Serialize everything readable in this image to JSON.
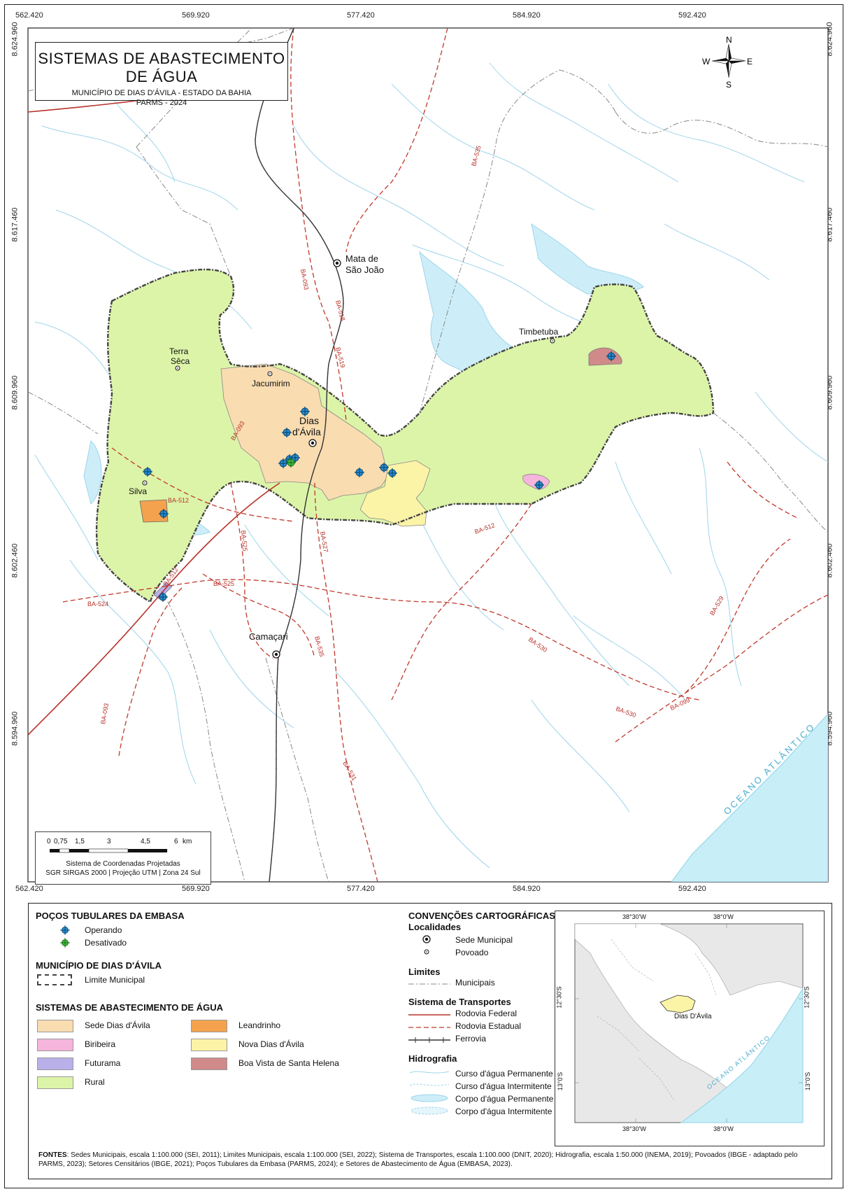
{
  "title": {
    "main": "SISTEMAS DE ABASTECIMENTO DE ÁGUA",
    "sub1": "MUNICÍPIO DE DIAS D'ÁVILA - ESTADO DA BAHIA",
    "sub2": "PARMS - 2024"
  },
  "north_arrow": {
    "n": "N",
    "s": "S",
    "e": "E",
    "w": "W"
  },
  "coords": {
    "x": [
      "562.420",
      "569.920",
      "577.420",
      "584.920",
      "592.420"
    ],
    "y": [
      "8.624.960",
      "8.617.460",
      "8.609.960",
      "8.602.460",
      "8.594.960"
    ]
  },
  "places": {
    "mata": [
      "Mata de",
      "São João"
    ],
    "terra": [
      "Terra",
      "Sêca"
    ],
    "jacumirim": "Jacumirim",
    "dias": [
      "Dias",
      "d'Ávila"
    ],
    "silva": "Silva",
    "timbetuba": "Timbetuba",
    "camacari": "Camaçari",
    "ocean": "OCEANO ATLÂNTICO"
  },
  "roads": {
    "r1": "BA-093",
    "r2": "BA-093",
    "r3": "BA-512",
    "r4": "BA-512",
    "r5": "BA-512",
    "r6": "BA-525",
    "r7": "BA-525",
    "r8": "BA-524",
    "r9": "BA-527",
    "r10": "BA-535",
    "r11": "BA-531",
    "r12": "BA-530",
    "r13": "BA-530",
    "r14": "BA-099",
    "r15": "BA-529",
    "r16": "BA-535",
    "r17": "BA-519",
    "r18": "BA-518",
    "r19": "BA-093"
  },
  "scale": {
    "ticks": [
      "0",
      "0,75",
      "1,5",
      "3",
      "4,5",
      "6"
    ],
    "unit": "km",
    "line1": "Sistema de Coordenadas Projetadas",
    "line2": "SGR SIRGAS 2000 | Projeção UTM | Zona 24 Sul"
  },
  "legend": {
    "wells_title": "POÇOS TUBULARES DA EMBASA",
    "wells": [
      "Operando",
      "Desativado"
    ],
    "muni_title": "MUNICÍPIO DE DIAS D'ÁVILA",
    "muni_item": "Limite Municipal",
    "saa_title": "SISTEMAS DE ABASTECIMENTO DE ÁGUA",
    "saa": [
      {
        "label": "Sede Dias d'Ávila",
        "color": "#f9dcb0"
      },
      {
        "label": "Leandrinho",
        "color": "#f4a24e"
      },
      {
        "label": "Biribeira",
        "color": "#f5b5dc"
      },
      {
        "label": "Nova Dias d'Ávila",
        "color": "#fbf3a6"
      },
      {
        "label": "Futurama",
        "color": "#b9b0ea"
      },
      {
        "label": "Boa Vista de Santa Helena",
        "color": "#d08a8a"
      },
      {
        "label": "Rural",
        "color": "#dcf4a8"
      }
    ],
    "conv_title": "CONVENÇÕES CARTOGRÁFICAS",
    "loc_title": "Localidades",
    "loc": [
      "Sede Municipal",
      "Povoado"
    ],
    "lim_title": "Limites",
    "lim": [
      "Municipais"
    ],
    "trans_title": "Sistema de Transportes",
    "trans": [
      "Rodovia Federal",
      "Rodovia Estadual",
      "Ferrovia"
    ],
    "hydro_title": "Hidrografia",
    "hydro": [
      "Curso d'água Permanente",
      "Curso d'água Intermitente",
      "Corpo d'água Permanente",
      "Corpo d'água Intermitente"
    ]
  },
  "inset": {
    "top": [
      "38°30'W",
      "38°0'W"
    ],
    "bottom": [
      "38°30'W",
      "38°0'W"
    ],
    "left": [
      "12°30'S",
      "13°0'S"
    ],
    "right": [
      "12°30'S",
      "13°0'S"
    ],
    "label": "Dias D'Ávila",
    "ocean": "OCEANO ATLÂNTICO"
  },
  "sources": {
    "bold": "FONTES",
    "text": ": Sedes Municipais, escala 1:100.000 (SEI, 2011); Limites Municipais, escala 1:100.000 (SEI, 2022); Sistema de Transportes, escala 1:100.000 (DNIT, 2020); Hidrografia, escala 1:50.000 (INEMA, 2019); Povoados (IBGE - adaptado pelo PARMS, 2023); Setores Censitários (IBGE, 2021); Poços Tubulares da Embasa (PARMS, 2024); e Setores de Abastecimento de Água (EMBASA, 2023)."
  }
}
